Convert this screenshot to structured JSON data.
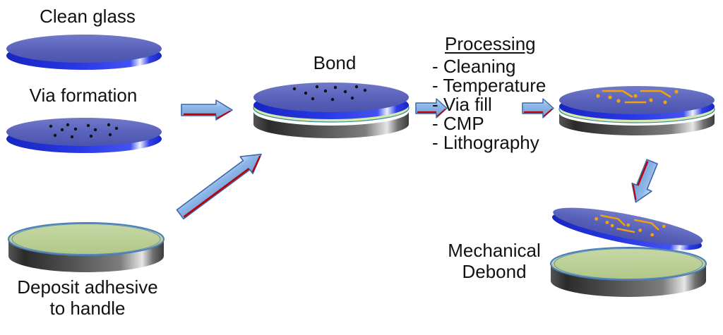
{
  "labels": {
    "clean_glass": "Clean glass",
    "via_formation": "Via formation",
    "deposit_line1": "Deposit adhesive",
    "deposit_line2": "to handle",
    "bond": "Bond",
    "processing_title": "Processing",
    "processing_steps": [
      "- Cleaning",
      "- Temperature",
      "- Via fill",
      "- CMP",
      "- Lithography"
    ],
    "debond_line1": "Mechanical",
    "debond_line2": "Debond"
  },
  "colors": {
    "background": "#ffffff",
    "wafer_top_blue": "#5a63bb",
    "wafer_side_blue": "#2737e6",
    "adhesive_green": "#b9cd92",
    "handle_gray": "#565656",
    "arrow_blue_fill": "#8fb8e8",
    "arrow_outline_blue": "#3a66ac",
    "arrow_red_stripe": "#c00000",
    "circuit_trace_orange": "#f2a30a",
    "via_dot_black": "#101010",
    "rim_outline_blue": "#4a7ebb",
    "adhesive_rim_teal": "#2e8fa0",
    "text": "#111111"
  }
}
